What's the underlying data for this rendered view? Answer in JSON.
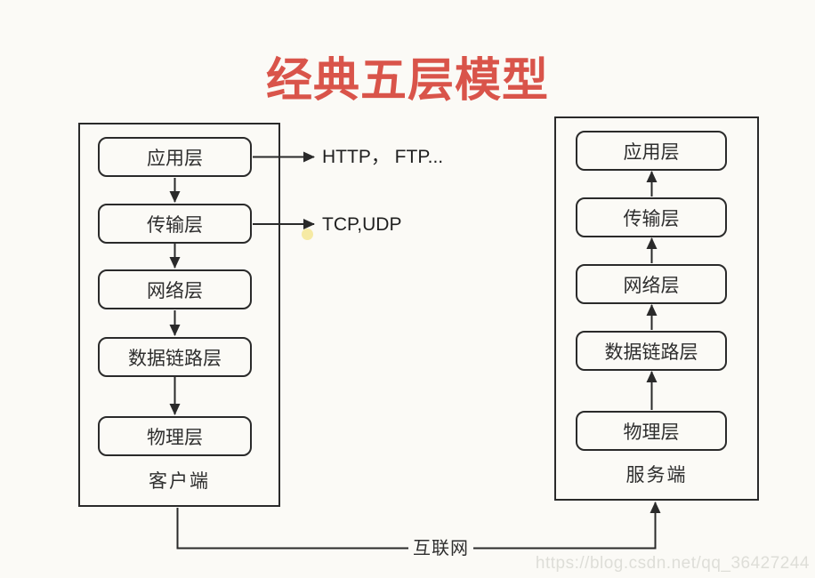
{
  "title": "经典五层模型",
  "theme": {
    "background": "#fbfaf6",
    "title_color": "#d9544a",
    "line_color": "#2a2a2a",
    "text_color": "#2e2e2e",
    "watermark_color": "#deded8",
    "laser_dot_color": "#f2e071"
  },
  "client": {
    "caption": "客户端",
    "flow": "down",
    "layers": [
      "应用层",
      "传输层",
      "网络层",
      "数据链路层",
      "物理层"
    ]
  },
  "server": {
    "caption": "服务端",
    "flow": "up",
    "layers": [
      "应用层",
      "传输层",
      "网络层",
      "数据链路层",
      "物理层"
    ]
  },
  "protocol_annotations": [
    {
      "from_layer": "应用层",
      "label": "HTTP， FTP..."
    },
    {
      "from_layer": "传输层",
      "label": "TCP,UDP"
    }
  ],
  "internet_label": "互联网",
  "watermark": "https://blog.csdn.net/qq_36427244"
}
